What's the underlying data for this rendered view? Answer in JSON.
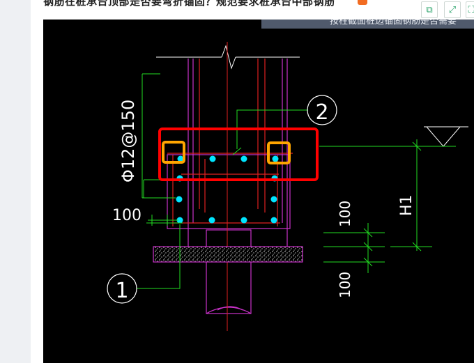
{
  "page": {
    "title": "钢筋在桩承台顶部是否要弯折锚固？规范要求桩承台中部钢筋",
    "overlay_caption": "按柱截面桩边锚固钢筋是否需要"
  },
  "toolbar": {
    "copy_label": "⧉",
    "expand_label": "⤢",
    "fullscreen_label": "⛶"
  },
  "drawing": {
    "rebar_spec": "Φ12@150",
    "dim_left": "100",
    "dim_right_top": "100",
    "dim_right_bottom": "100",
    "height_label": "H1",
    "callout_1": "1",
    "callout_2": "2"
  },
  "colors": {
    "cad_background": "#000000",
    "highlight_red": "#ff0000",
    "highlight_orange": "#ffa500",
    "rebar_cyan": "#00e5ff",
    "line_green": "#22dd22",
    "line_magenta": "#cc33cc",
    "line_red": "#e02020"
  }
}
